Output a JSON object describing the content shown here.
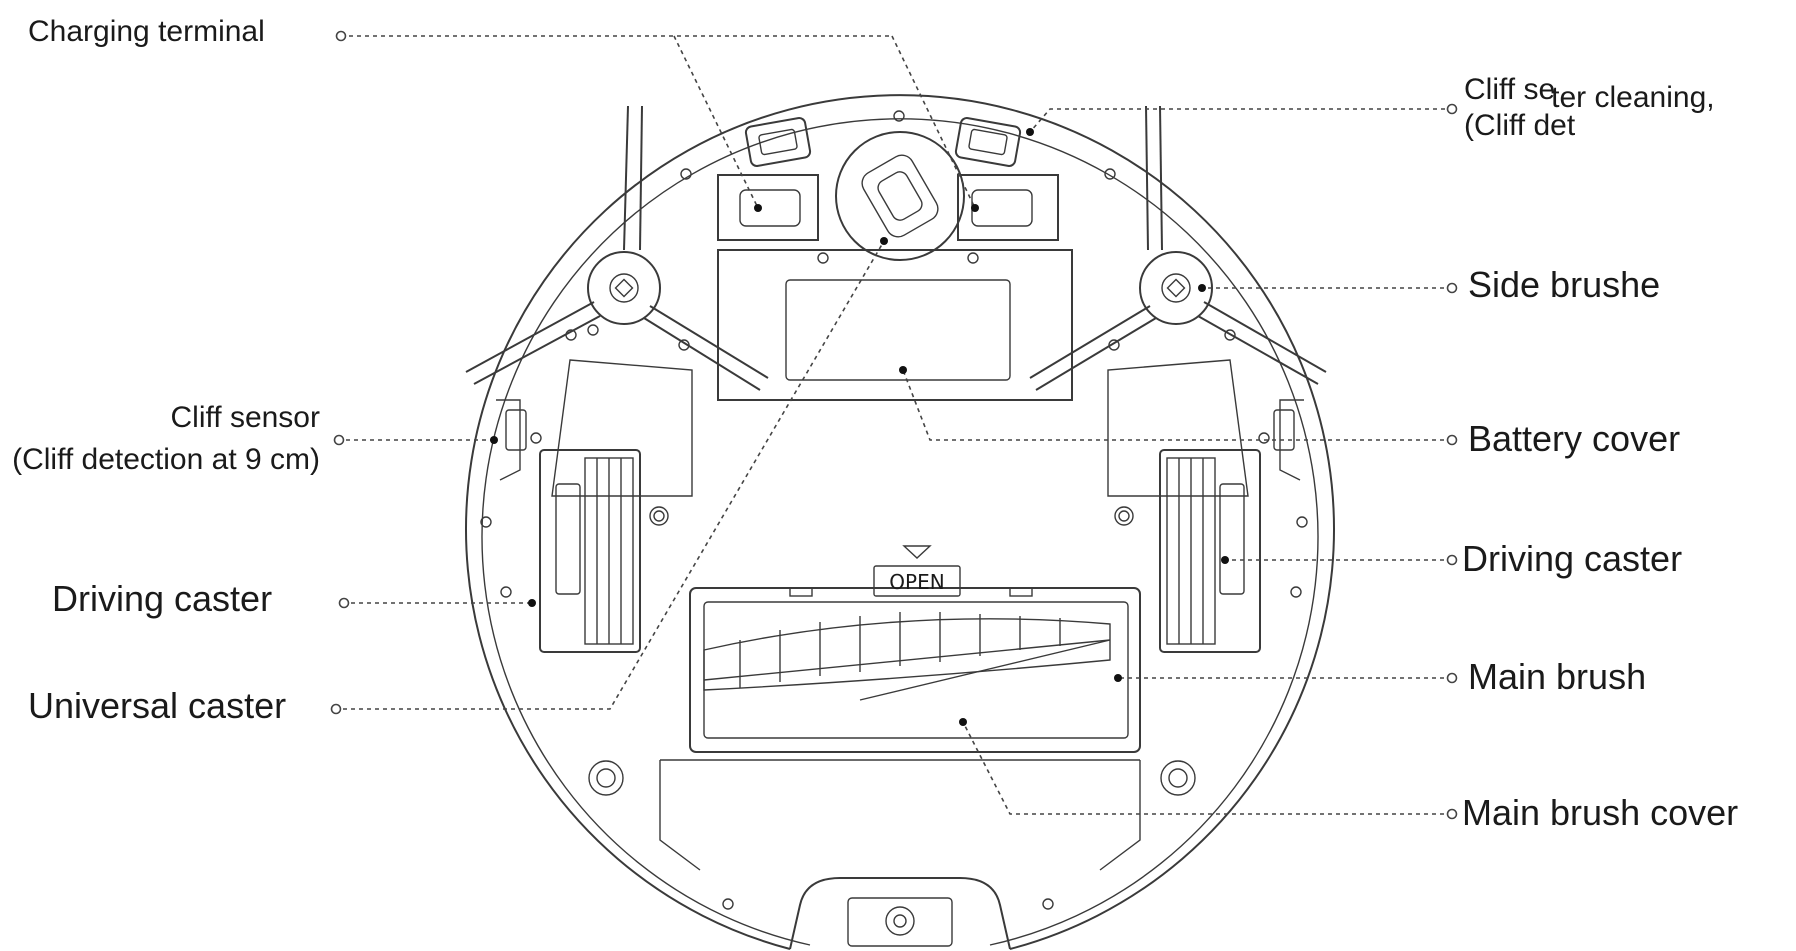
{
  "labels": {
    "charging_terminal": "Charging terminal",
    "cliff_sensor_top_line1_a": "Cliff se",
    "cliff_sensor_top_line1_b": "ter cleaning,",
    "cliff_sensor_top_line2": "(Cliff det",
    "side_brushes": "Side brushe",
    "cliff_sensor_left_line1": "Cliff sensor",
    "cliff_sensor_left_line2": "(Cliff detection at 9 cm)",
    "battery_cover": "Battery cover",
    "driving_caster_left": "Driving caster",
    "driving_caster_right": "Driving caster",
    "universal_caster": "Universal caster",
    "main_brush": "Main brush",
    "main_brush_cover": "Main brush cover"
  },
  "robot": {
    "open_label": "OPEN",
    "icons": [
      "open-arrow-icon",
      "screw-icon",
      "side-brush-icon",
      "wheel-icon"
    ]
  },
  "colors": {
    "line": "#3a3a3a",
    "text": "#1a1a1a",
    "background": "#ffffff"
  }
}
